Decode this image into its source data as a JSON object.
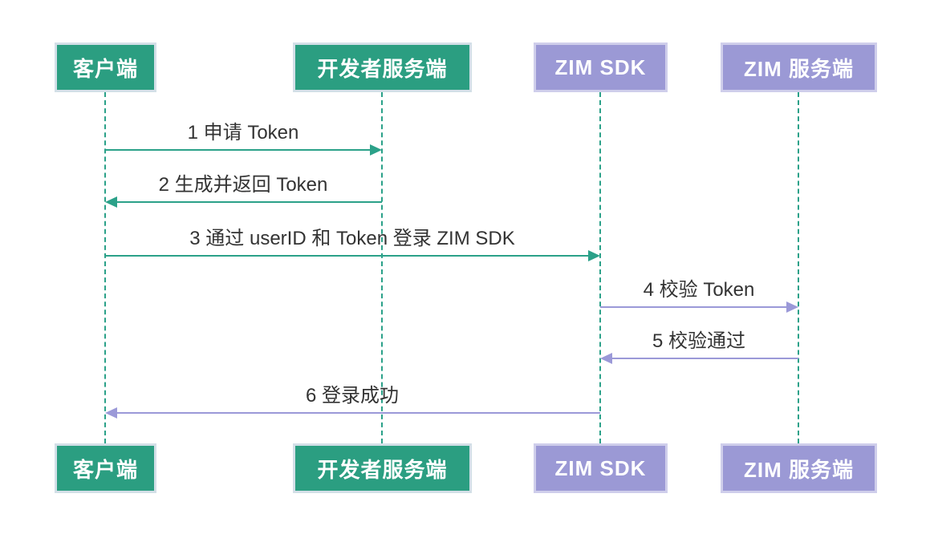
{
  "diagram": {
    "kind": "sequence-diagram",
    "background": "#ffffff"
  },
  "actors": [
    {
      "label": "客户端",
      "theme": "green"
    },
    {
      "label": "开发者服务端",
      "theme": "green"
    },
    {
      "label": "ZIM SDK",
      "theme": "purple"
    },
    {
      "label": "ZIM 服务端",
      "theme": "purple"
    }
  ],
  "messages": [
    {
      "seq": "1",
      "label": "1 申请 Token",
      "from": "客户端",
      "to": "开发者服务端",
      "theme": "green",
      "direction": "right"
    },
    {
      "seq": "2",
      "label": "2 生成并返回 Token",
      "from": "开发者服务端",
      "to": "客户端",
      "theme": "green",
      "direction": "left"
    },
    {
      "seq": "3",
      "label": "3 通过 userID 和 Token 登录 ZIM SDK",
      "from": "客户端",
      "to": "ZIM SDK",
      "theme": "green",
      "direction": "right"
    },
    {
      "seq": "4",
      "label": "4 校验 Token",
      "from": "ZIM SDK",
      "to": "ZIM 服务端",
      "theme": "purple",
      "direction": "right"
    },
    {
      "seq": "5",
      "label": "5 校验通过",
      "from": "ZIM 服务端",
      "to": "ZIM SDK",
      "theme": "purple",
      "direction": "left"
    },
    {
      "seq": "6",
      "label": "6 登录成功",
      "from": "ZIM SDK",
      "to": "客户端",
      "theme": "purple",
      "direction": "left"
    }
  ],
  "colors": {
    "actor_green_fill": "#2B9E81",
    "actor_green_border": "#D3DFE7",
    "actor_purple_fill": "#9B99D5",
    "actor_purple_border": "#CFCEEB",
    "arrow_green": "#2BA189",
    "arrow_purple": "#9B99D8",
    "lifeline": "#2BA189",
    "message_text": "#333333",
    "actor_text": "#ffffff"
  }
}
